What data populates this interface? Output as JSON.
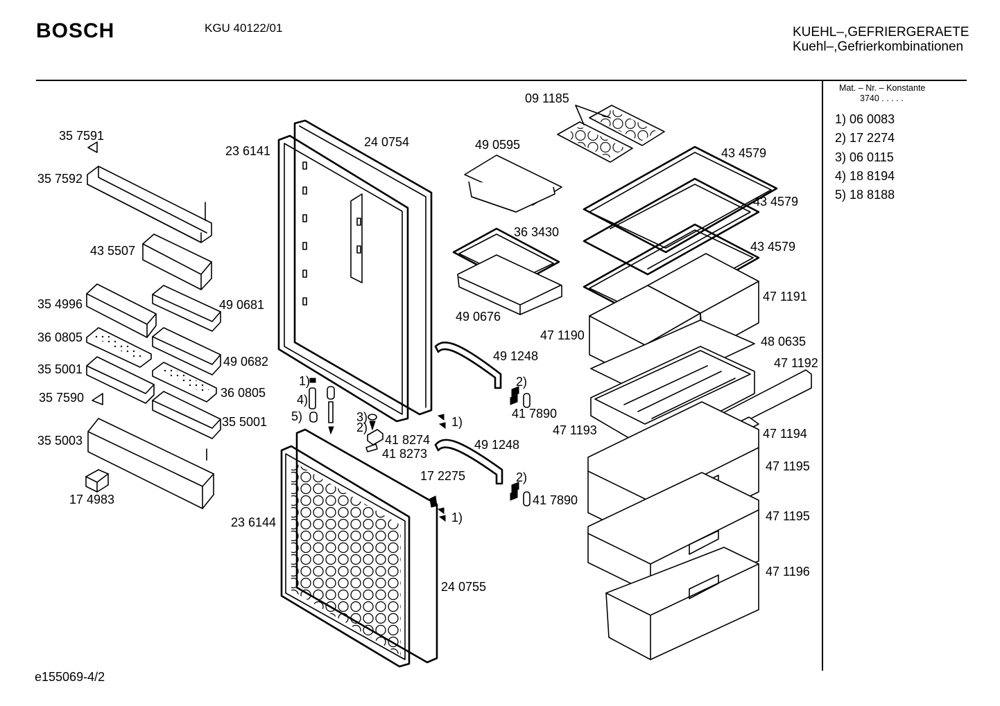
{
  "header": {
    "brand": "BOSCH",
    "model": "KGU 40122/01",
    "category_line1": "KUEHL–,GEFRIERGERAETE",
    "category_line2": "Kuehl–,Gefrierkombinationen"
  },
  "side_panel": {
    "title": "Mat. – Nr. – Konstante",
    "constant": "3740 .  .  .  .  .",
    "items": [
      {
        "marker": "1)",
        "number": "06 0083"
      },
      {
        "marker": "2)",
        "number": "17 2274"
      },
      {
        "marker": "3)",
        "number": "06 0115"
      },
      {
        "marker": "4)",
        "number": "18 8194"
      },
      {
        "marker": "5)",
        "number": "18 8188"
      }
    ]
  },
  "footer": {
    "drawing_id": "e155069-4/2"
  },
  "part_labels": [
    "35 7591",
    "35 7592",
    "43 5507",
    "35 4996",
    "49 0681",
    "36 0805",
    "49 0682",
    "35 5001",
    "36 0805",
    "35 7590",
    "35 5001",
    "35 5003",
    "17 4983",
    "23 6141",
    "24 0754",
    "1)",
    "4)",
    "5)",
    "3)",
    "2)",
    "41 8274",
    "41 8273",
    "23 6144",
    "24 0755",
    "17 2275",
    "1)",
    "1)",
    "49 0595",
    "09 1185",
    "36 3430",
    "49 0676",
    "49 1248",
    "2)",
    "41 7890",
    "49 1248",
    "2)",
    "41 7890",
    "43 4579",
    "43 4579",
    "43 4579",
    "47 1191",
    "47 1190",
    "48 0635",
    "47 1192",
    "47 1193",
    "47 1194",
    "47 1195",
    "47 1195",
    "47 1196"
  ]
}
